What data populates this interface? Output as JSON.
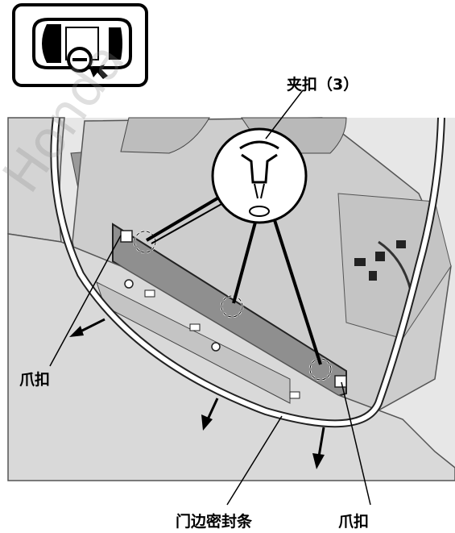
{
  "labels": {
    "clip": "夹扣（3）",
    "claw_left": "爪扣",
    "door_seal": "门边密封条",
    "claw_right": "爪扣"
  },
  "watermark": "Honda",
  "icons": [
    "vehicle-top-view-icon",
    "zoom-magnifier-icon",
    "arrow-cursor-icon"
  ],
  "colors": {
    "line": "#000000",
    "panel": "#8f8f8f",
    "floor": "#c9c9c9",
    "background": "#e6e6e6"
  }
}
